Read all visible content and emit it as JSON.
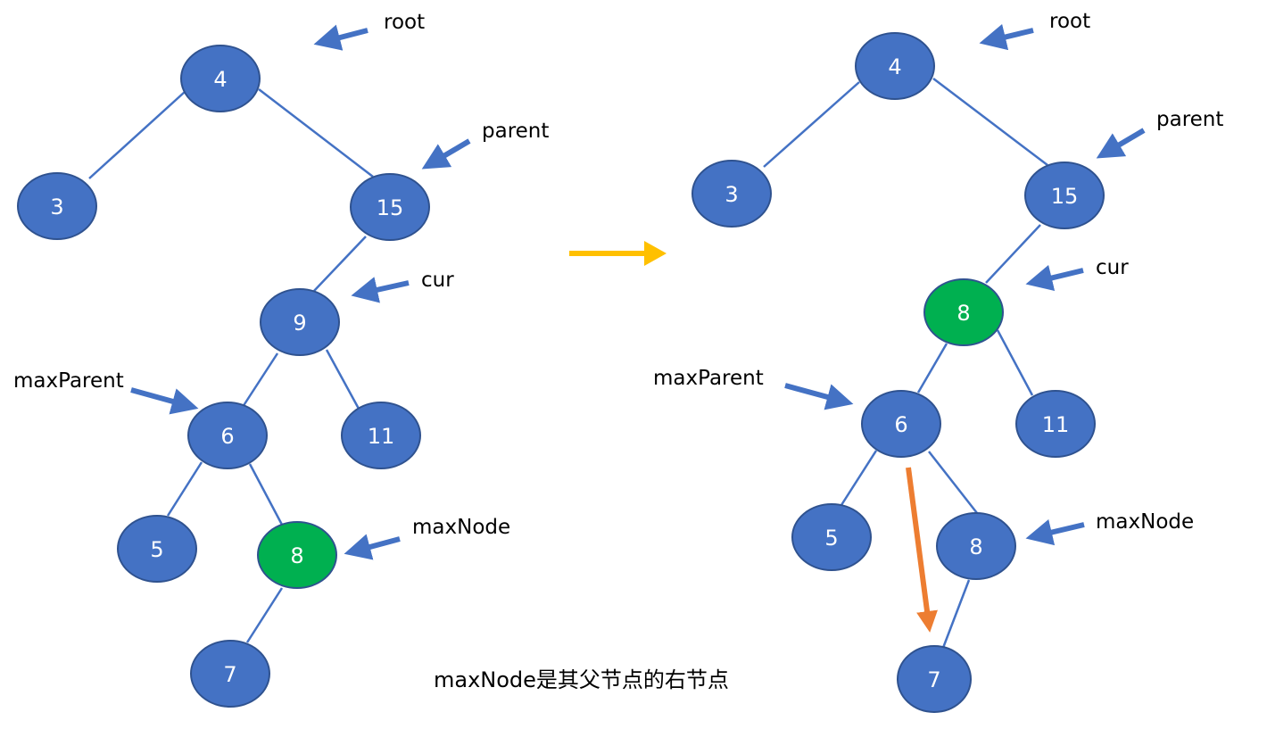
{
  "colors": {
    "node_fill": "#4472c4",
    "node_stroke": "#2f528f",
    "highlight_fill": "#00b050",
    "highlight_stroke": "#2f528f",
    "pointer_arrow": "#4472c4",
    "transition_arrow": "#ffc000",
    "move_arrow": "#ed7d31",
    "edge": "#4472c4",
    "text_on_node": "#ffffff",
    "text": "#000000"
  },
  "before": {
    "nodes": [
      "4",
      "3",
      "15",
      "9",
      "6",
      "11",
      "5",
      "8",
      "7"
    ],
    "highlighted": "8",
    "pointers": {
      "root": "root",
      "parent": "parent",
      "cur": "cur",
      "maxParent": "maxParent",
      "maxNode": "maxNode"
    }
  },
  "after": {
    "nodes": [
      "4",
      "3",
      "15",
      "8",
      "6",
      "11",
      "5",
      "8",
      "7"
    ],
    "highlighted": "8",
    "pointers": {
      "root": "root",
      "parent": "parent",
      "cur": "cur",
      "maxParent": "maxParent",
      "maxNode": "maxNode"
    }
  },
  "caption": "maxNode是其父节点的右节点",
  "icons": {
    "pointer": "arrow-icon",
    "transition": "right-arrow-icon",
    "move": "down-arrow-icon"
  }
}
